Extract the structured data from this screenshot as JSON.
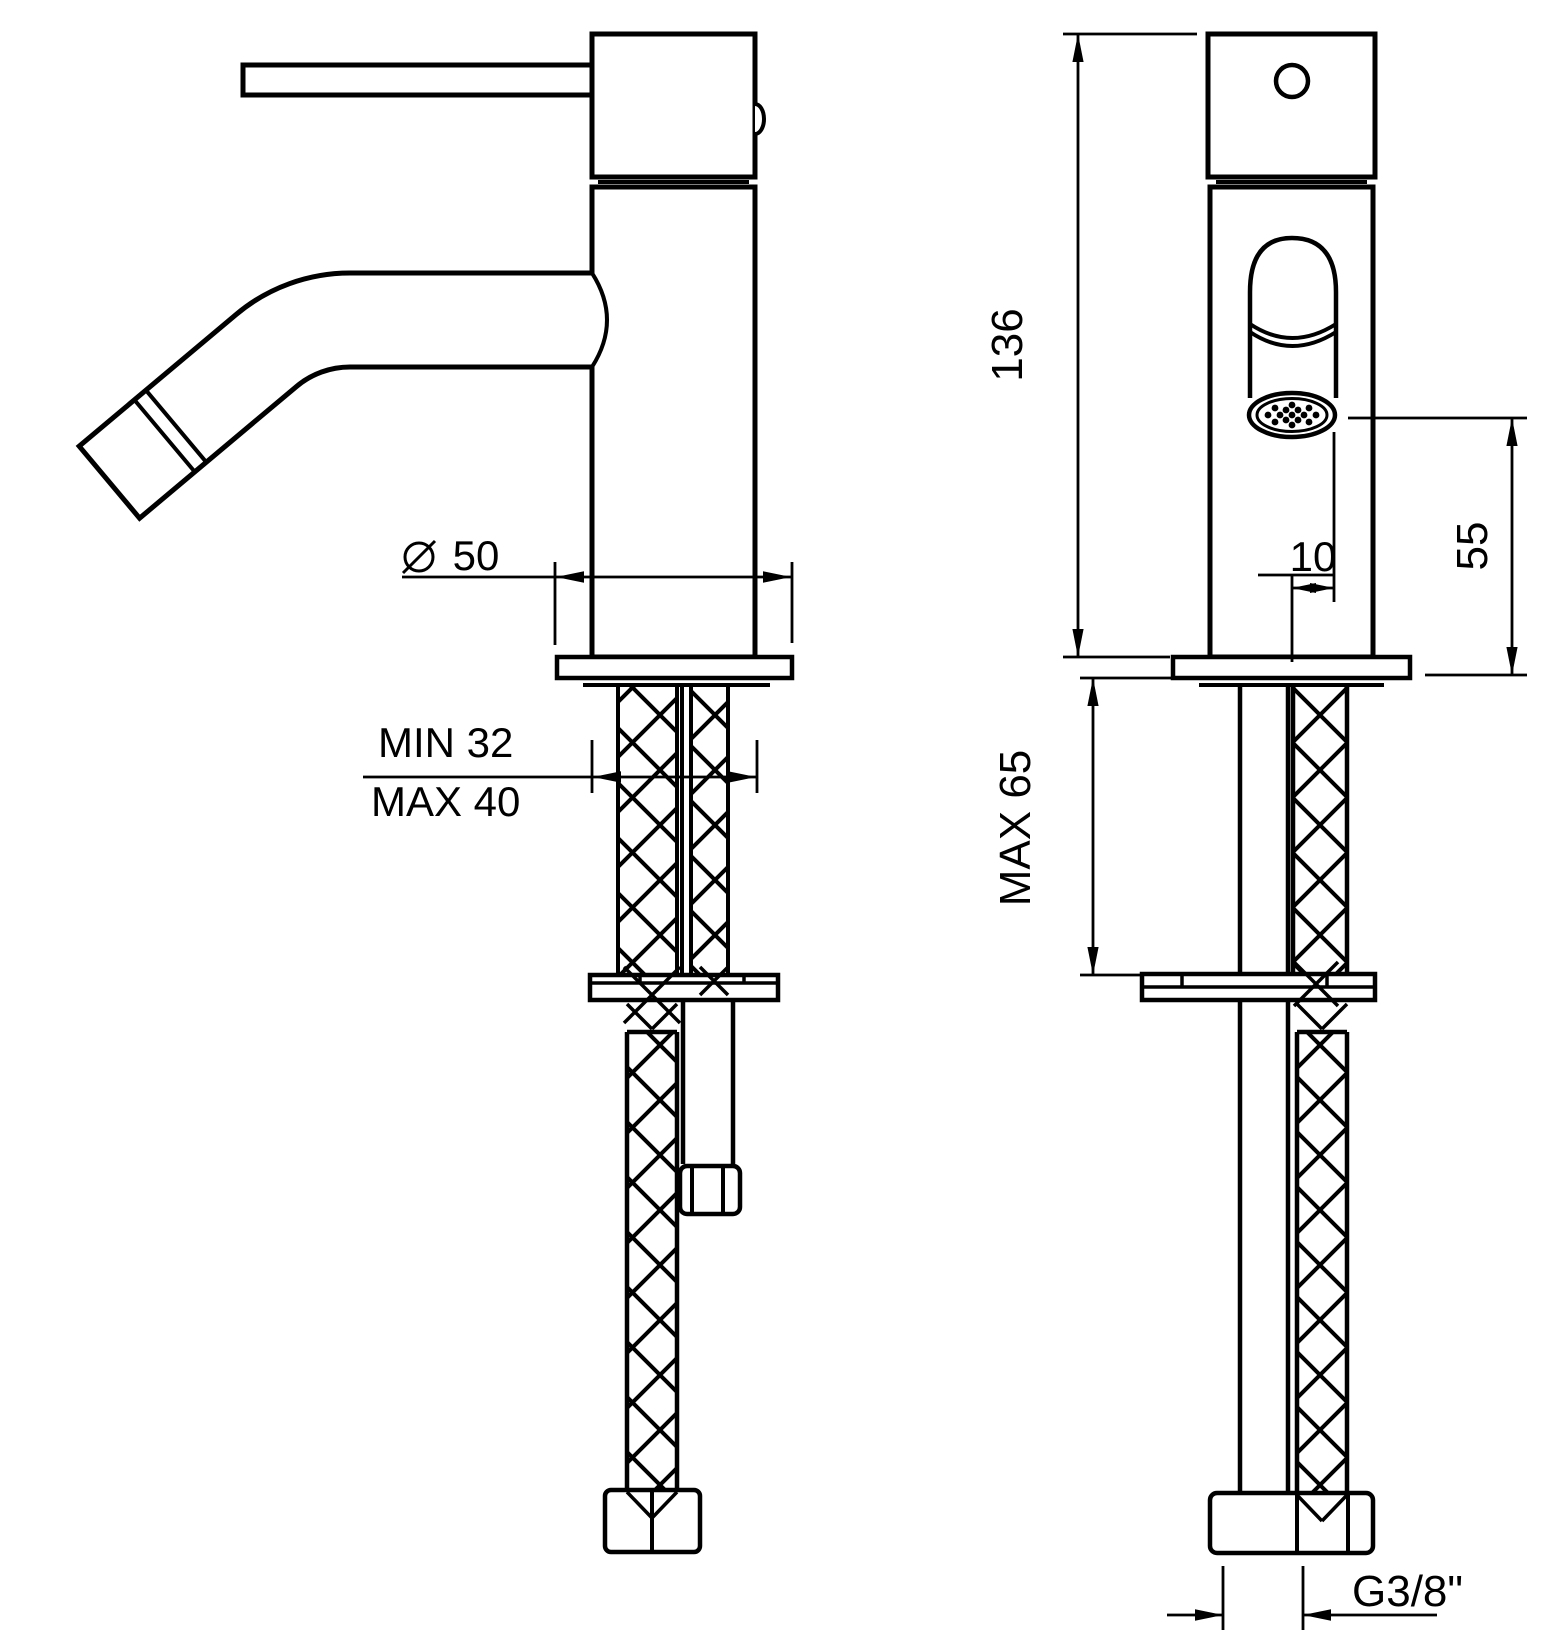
{
  "drawing": {
    "type": "technical-drawing",
    "subject": "single-lever bidet mixer installation drawing, side view and front view",
    "style": {
      "line_color": "#000000",
      "background": "#ffffff"
    },
    "dimensions": {
      "base_diameter": {
        "symbol": "Ø",
        "value": "50"
      },
      "hole_min": "MIN 32",
      "hole_max": "MAX 40",
      "total_height": "136",
      "spout_offset": "10",
      "spout_height": "55",
      "max_deck_thickness": "MAX 65",
      "connection_thread": "G3/8\""
    }
  }
}
